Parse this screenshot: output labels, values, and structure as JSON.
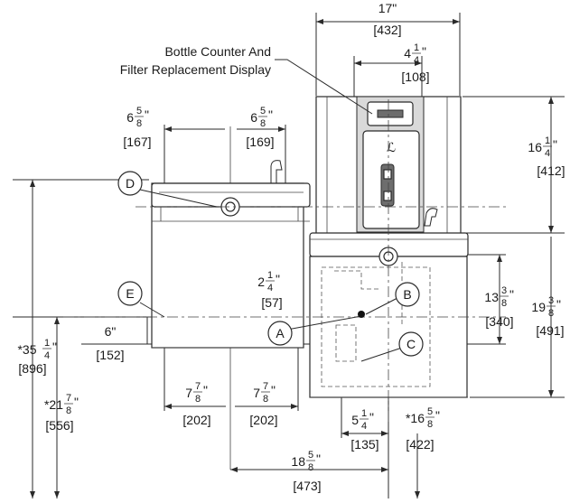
{
  "callout": {
    "line1": "Bottle Counter And",
    "line2": "Filter Replacement Display"
  },
  "labels": {
    "a": "A",
    "b": "B",
    "c": "C",
    "d": "D",
    "e": "E"
  },
  "dimensions": {
    "overall_width": {
      "whole": "17\"",
      "metric": "[432]"
    },
    "display_width": {
      "whole": "4",
      "num": "1",
      "den": "4",
      "mark": "\"",
      "metric": "[108]"
    },
    "left_half_a": {
      "whole": "6",
      "num": "5",
      "den": "8",
      "mark": "\"",
      "metric": "[167]"
    },
    "left_half_b": {
      "whole": "6",
      "num": "5",
      "den": "8",
      "mark": "\"",
      "metric": "[169]"
    },
    "upper_height": {
      "whole": "16",
      "num": "1",
      "den": "4",
      "mark": "\"",
      "metric": "[412]"
    },
    "offset_small": {
      "whole": "2",
      "num": "1",
      "den": "4",
      "mark": "\"",
      "metric": "[57]"
    },
    "mid_height": {
      "whole": "13",
      "num": "3",
      "den": "8",
      "mark": "\"",
      "metric": "[340]"
    },
    "lower_height": {
      "whole": "19",
      "num": "3",
      "den": "8",
      "mark": "\"",
      "metric": "[491]"
    },
    "overall_height": {
      "prefix": "*35 ",
      "num": "1",
      "den": "4",
      "mark": "\"",
      "metric": "[896]"
    },
    "floor_height": {
      "prefix": "*21",
      "num": "7",
      "den": "8",
      "mark": "\"",
      "metric": "[556]"
    },
    "six": {
      "whole": "6\"",
      "metric": "[152]"
    },
    "seven_a": {
      "whole": "7",
      "num": "7",
      "den": "8",
      "mark": "\"",
      "metric": "[202]"
    },
    "seven_b": {
      "whole": "7",
      "num": "7",
      "den": "8",
      "mark": "\"",
      "metric": "[202]"
    },
    "five": {
      "whole": "5",
      "num": "1",
      "den": "4",
      "mark": "\"",
      "metric": "[135]"
    },
    "sixteen": {
      "prefix": "*16",
      "num": "5",
      "den": "8",
      "mark": "\"",
      "metric": "[422]"
    },
    "eighteen": {
      "whole": "18",
      "num": "5",
      "den": "8",
      "mark": "\"",
      "metric": "[473]"
    }
  }
}
